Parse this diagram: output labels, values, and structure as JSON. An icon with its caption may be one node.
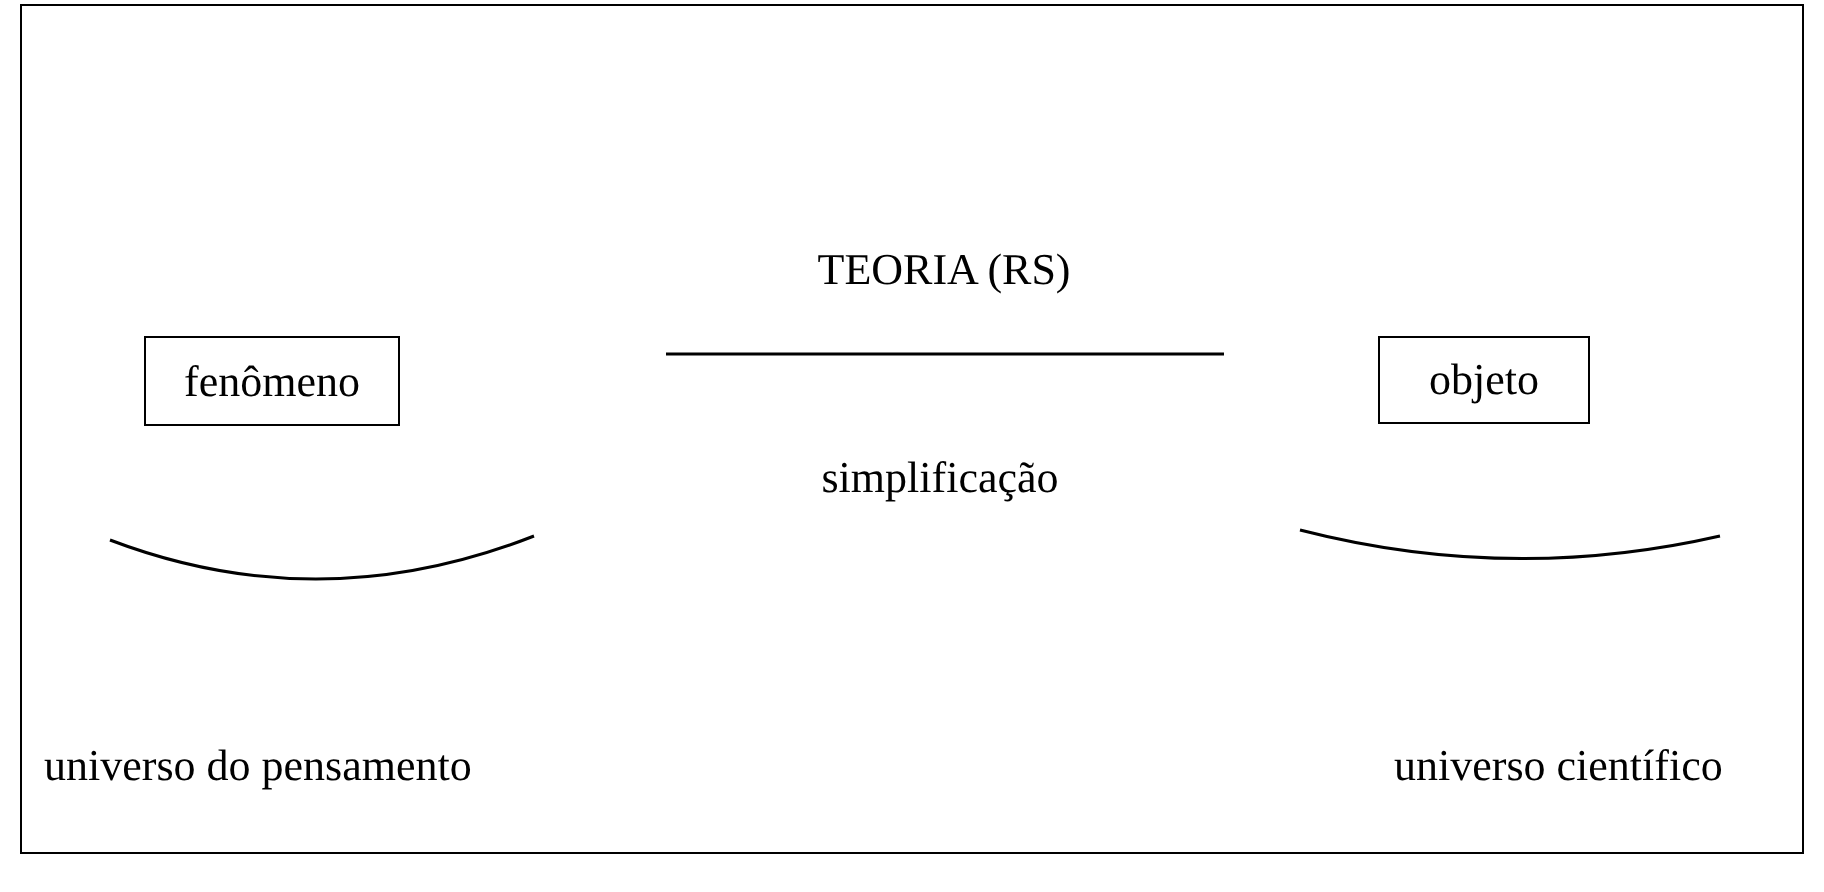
{
  "diagram": {
    "nodes": [
      {
        "text": [
          "fenômeno"
        ]
      },
      {
        "text": [
          "objeto"
        ]
      }
    ],
    "edges": [],
    "labels": [
      "TEORIA (RS)",
      "simplificação",
      "universo do pensamento",
      "universo científico"
    ]
  }
}
